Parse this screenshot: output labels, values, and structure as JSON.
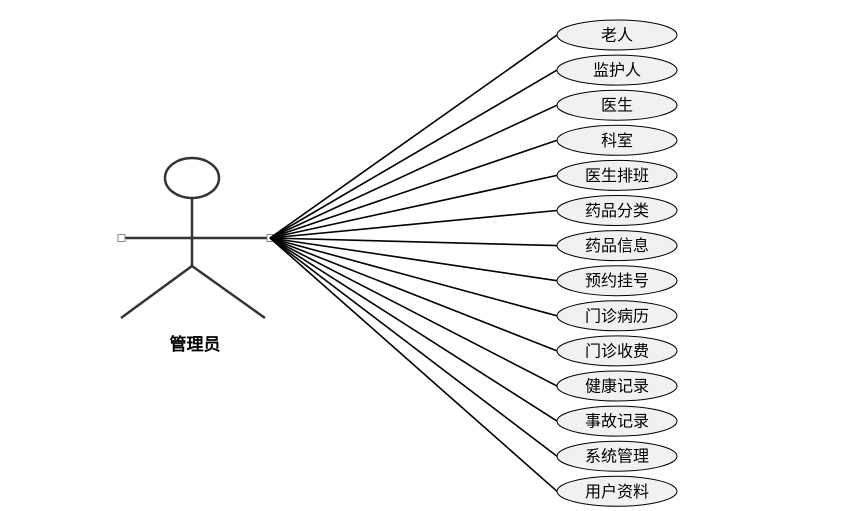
{
  "actor": {
    "label": "管理员"
  },
  "use_cases": [
    {
      "label": "老人"
    },
    {
      "label": "监护人"
    },
    {
      "label": "医生"
    },
    {
      "label": "科室"
    },
    {
      "label": "医生排班"
    },
    {
      "label": "药品分类"
    },
    {
      "label": "药品信息"
    },
    {
      "label": "预约挂号"
    },
    {
      "label": "门诊病历"
    },
    {
      "label": "门诊收费"
    },
    {
      "label": "健康记录"
    },
    {
      "label": "事故记录"
    },
    {
      "label": "系统管理"
    },
    {
      "label": "用户资料"
    }
  ],
  "colors": {
    "line": "#000000",
    "ellipse_fill": "#f1f1f1",
    "ellipse_stroke": "#000000"
  }
}
